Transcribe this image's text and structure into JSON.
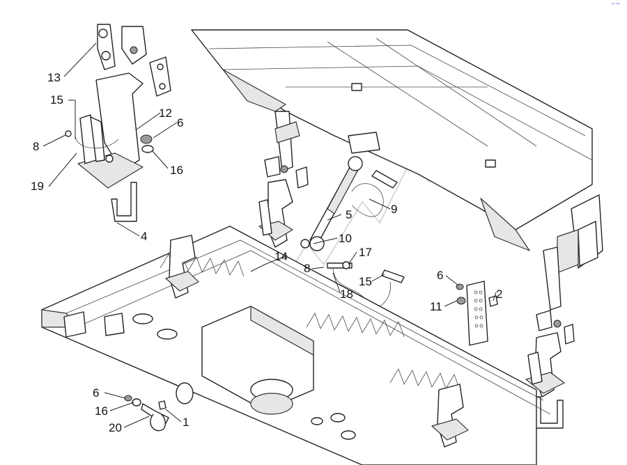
{
  "corner_mark": "ᵃᵇ ˢᵃᵇ",
  "callouts": [
    "13",
    "15",
    "8",
    "19",
    "12",
    "6",
    "16",
    "4",
    "5",
    "9",
    "10",
    "14",
    "17",
    "8",
    "18",
    "15",
    "6",
    "11",
    "2",
    "6",
    "16",
    "20",
    "1"
  ]
}
